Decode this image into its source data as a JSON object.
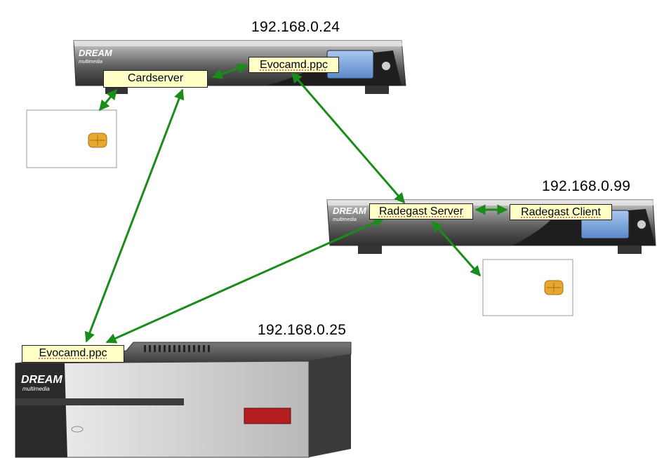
{
  "devices": {
    "top": {
      "brand": "DREAM",
      "sub": "multimedia",
      "ip": "192.168.0.24",
      "labels": {
        "cardserver": "Cardserver",
        "evocamd": "Evocamd.ppc"
      }
    },
    "right": {
      "brand": "DREAM",
      "sub": "multimedia",
      "ip": "192.168.0.99",
      "labels": {
        "server": "Radegast Server",
        "client": "Radegast Client"
      }
    },
    "bottom": {
      "brand": "DREAM",
      "sub": "multimedia",
      "ip": "192.168.0.25",
      "labels": {
        "evocamd": "Evocamd.ppc"
      }
    }
  },
  "colors": {
    "arrow": "#1a8c1a",
    "label_bg": "#ffffc6",
    "chip": "#e8a830"
  }
}
